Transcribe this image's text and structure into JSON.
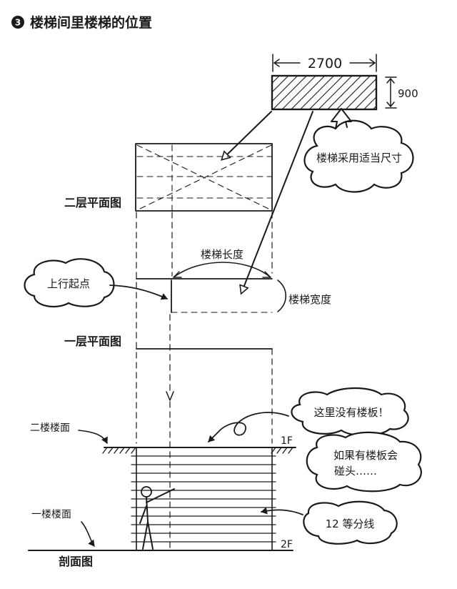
{
  "header": {
    "step_marker": "3",
    "title": "楼梯间里楼梯的位置"
  },
  "stair_block": {
    "width_dim": "2700",
    "height_dim": "900",
    "note": "楼梯采用适当尺寸"
  },
  "plans": {
    "second_floor_label": "二层平面图",
    "first_floor_label": "一层平面图",
    "stair_length_label": "楼梯长度",
    "stair_width_label": "楼梯宽度",
    "up_start_label": "上行起点"
  },
  "section": {
    "label": "剖面图",
    "second_floor_surface": "二楼楼面",
    "first_floor_surface": "一楼楼面",
    "no_slab_note": "这里没有楼板！",
    "hit_head_note_line1": "如果有楼板会",
    "hit_head_note_line2": "碰头……",
    "divide_note": "12 等分线",
    "level_upper": "1F",
    "level_lower": "2F"
  }
}
